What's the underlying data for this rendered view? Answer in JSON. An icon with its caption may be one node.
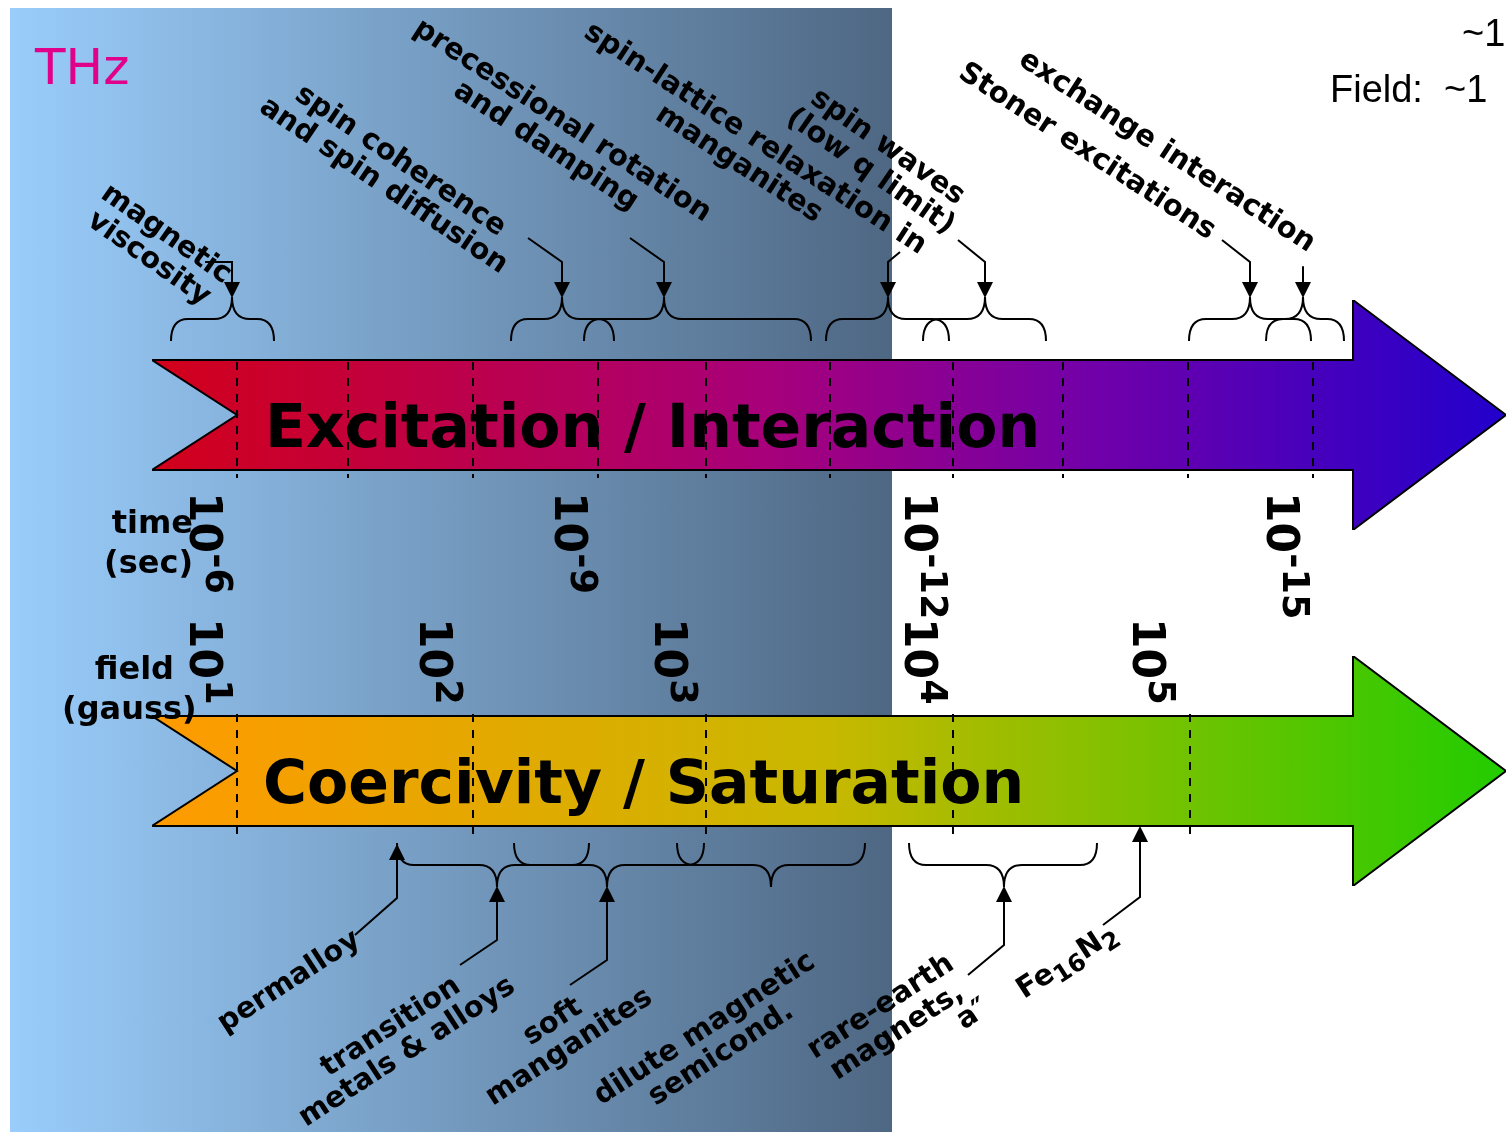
{
  "diagram": {
    "nodes": [
      {
        "text": [
          "Excitation / Interaction"
        ]
      },
      {
        "text": [
          "Coercivity / Saturation"
        ]
      },
      {
        "text": [
          "magnetic viscosity"
        ]
      },
      {
        "text": [],
        "shape": "bracket"
      },
      {
        "text": [
          "spin coherence and spin diffusion"
        ]
      },
      {
        "text": [],
        "shape": "bracket"
      },
      {
        "text": [
          "precessional rotation and damping"
        ]
      },
      {
        "text": [],
        "shape": "bracket"
      },
      {
        "text": [
          "spin-lattice relaxation in manganites"
        ]
      },
      {
        "text": [],
        "shape": "bracket"
      },
      {
        "text": [
          "spin waves (low q limit)"
        ]
      },
      {
        "text": [],
        "shape": "bracket"
      },
      {
        "text": [
          "Stoner excitations"
        ]
      },
      {
        "text": [],
        "shape": "bracket"
      },
      {
        "text": [
          "exchange interaction"
        ]
      },
      {
        "text": [],
        "shape": "bracket"
      },
      {
        "text": [
          "permalloy"
        ]
      },
      {
        "text": [
          "transition metals & alloys"
        ]
      },
      {
        "text": [],
        "shape": "bracket"
      },
      {
        "text": [
          "soft manganites"
        ]
      },
      {
        "text": [],
        "shape": "bracket"
      },
      {
        "text": [],
        "shape": "bracket"
      },
      {
        "text": [
          "rare-earth magnets,"
        ]
      },
      {
        "text": [],
        "shape": "bracket"
      },
      {
        "text": [
          "Fe$_{16}$N$_{2}$"
        ]
      }
    ],
    "edges": [
      {
        "from": 2,
        "to": 3,
        "arrow": "to"
      },
      {
        "from": 4,
        "to": 5,
        "arrow": "to"
      },
      {
        "from": 6,
        "to": 7,
        "arrow": "to"
      },
      {
        "from": 8,
        "to": 9,
        "arrow": "to"
      },
      {
        "from": 10,
        "to": 11,
        "arrow": "to"
      },
      {
        "from": 12,
        "to": 13,
        "arrow": "to"
      },
      {
        "from": 14,
        "to": 15,
        "arrow": "to"
      },
      {
        "from": 16,
        "to": 18,
        "arrow": "to"
      },
      {
        "from": 17,
        "to": 18,
        "arrow": "to"
      },
      {
        "from": 19,
        "to": 20,
        "arrow": "to"
      },
      {
        "from": 22,
        "to": 23,
        "arrow": "to"
      },
      {
        "from": 24,
        "to": 1,
        "arrow": "to"
      }
    ],
    "labels": [
      "THz",
      "~1",
      "Field:  ~1",
      "time (sec)",
      "10$^{-6}$",
      "10$^{-9}$",
      "10$^{-12}$",
      "10$^{-15}$",
      "field (gauss)",
      "10$^{1}$",
      "10$^{2}$",
      "10$^{3}$",
      "10$^{4}$",
      "10$^{5}$",
      "dilute magnetic semicond.",
      "a″"
    ]
  }
}
